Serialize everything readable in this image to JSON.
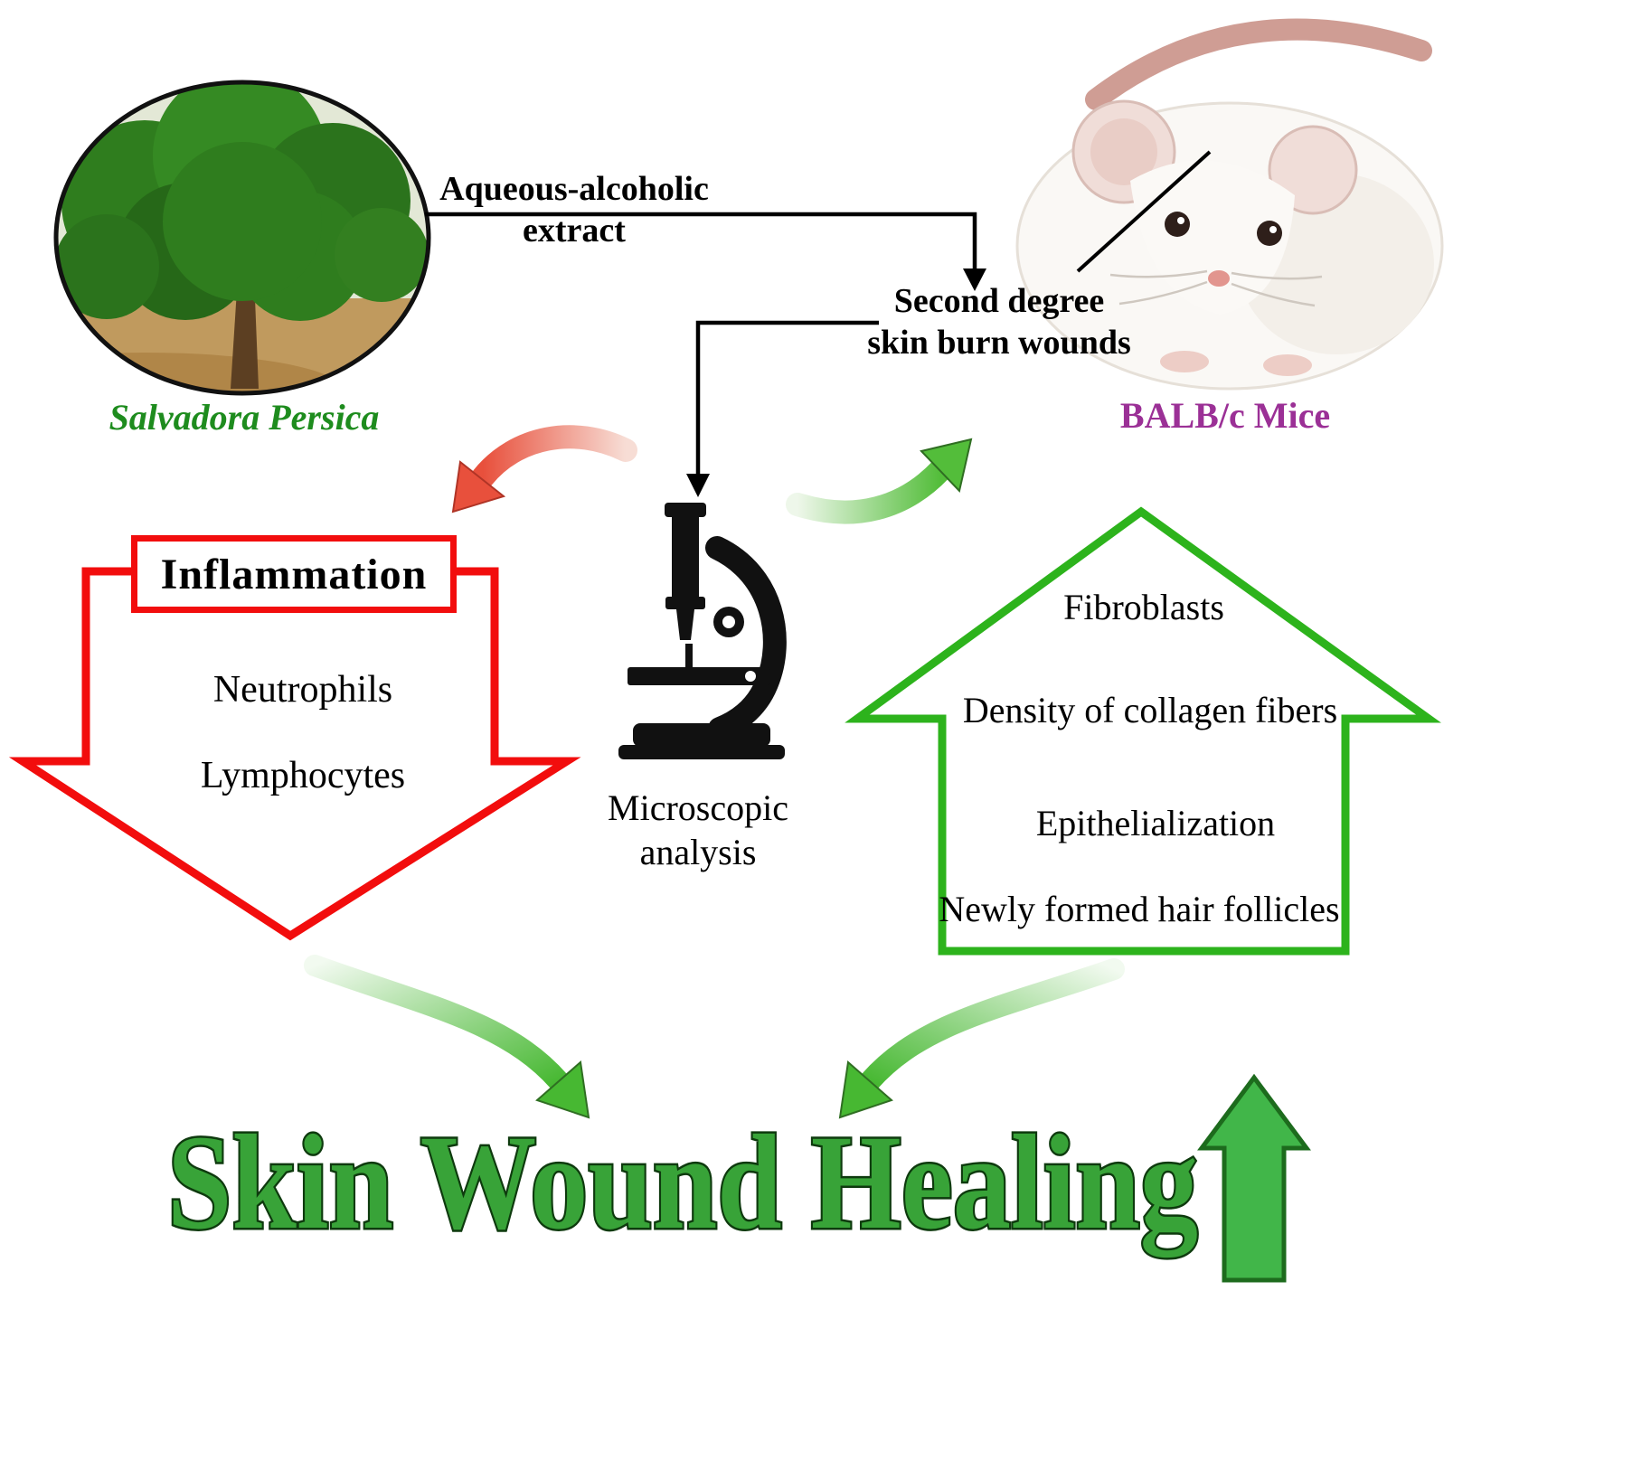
{
  "diagram": {
    "plant": {
      "label": "Salvadora Persica"
    },
    "mouse": {
      "label": "BALB/c Mice"
    },
    "extract": {
      "line1": "Aqueous-alcoholic",
      "line2": "extract"
    },
    "burn": {
      "line1": "Second degree",
      "line2": "skin burn wounds"
    },
    "analysis": {
      "line1": "Microscopic",
      "line2": "analysis"
    },
    "decrease": {
      "title": "Inflammation",
      "items": [
        "Neutrophils",
        "Lymphocytes"
      ]
    },
    "increase": {
      "items": [
        "Fibroblasts",
        "Density of collagen fibers",
        "Epithelialization",
        "Newly formed hair follicles"
      ]
    },
    "headline": "Skin Wound Healing",
    "colors": {
      "decrease_arrow": "#f20d0d",
      "increase_arrow": "#2db31c",
      "plant_label": "#1e8c1e",
      "mouse_label": "#9b3096",
      "headline_fill": "#38a338",
      "headline_outline": "#0e3a0e"
    }
  }
}
